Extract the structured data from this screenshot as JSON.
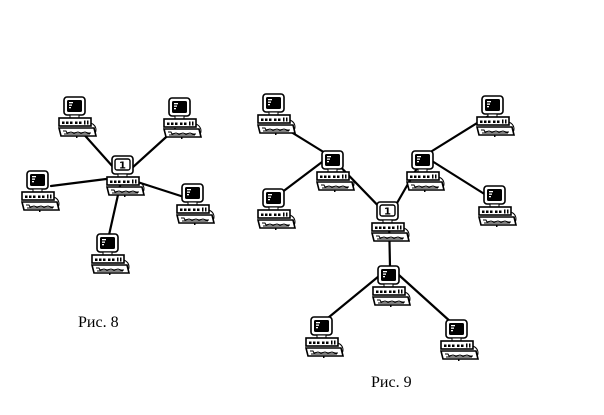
{
  "figures": [
    {
      "id": "fig8",
      "caption": "Рис. 8",
      "topology": "star",
      "nodes": [
        {
          "id": "hub",
          "label": "1",
          "role": "central"
        },
        {
          "id": "n-top-left",
          "label": "",
          "role": "workstation"
        },
        {
          "id": "n-top-right",
          "label": "",
          "role": "workstation"
        },
        {
          "id": "n-left",
          "label": "",
          "role": "workstation"
        },
        {
          "id": "n-right",
          "label": "",
          "role": "workstation"
        },
        {
          "id": "n-bottom",
          "label": "",
          "role": "workstation"
        }
      ],
      "links": [
        [
          "hub",
          "n-top-left"
        ],
        [
          "hub",
          "n-top-right"
        ],
        [
          "hub",
          "n-left"
        ],
        [
          "hub",
          "n-right"
        ],
        [
          "hub",
          "n-bottom"
        ]
      ]
    },
    {
      "id": "fig9",
      "caption": "Рис. 9",
      "topology": "tree",
      "nodes": [
        {
          "id": "root",
          "label": "1",
          "role": "central"
        },
        {
          "id": "a",
          "label": "",
          "role": "intermediate"
        },
        {
          "id": "b",
          "label": "",
          "role": "intermediate"
        },
        {
          "id": "c",
          "label": "",
          "role": "intermediate"
        },
        {
          "id": "a1",
          "label": "",
          "role": "workstation"
        },
        {
          "id": "a2",
          "label": "",
          "role": "workstation"
        },
        {
          "id": "b1",
          "label": "",
          "role": "workstation"
        },
        {
          "id": "b2",
          "label": "",
          "role": "workstation"
        },
        {
          "id": "c1",
          "label": "",
          "role": "workstation"
        },
        {
          "id": "c2",
          "label": "",
          "role": "workstation"
        }
      ],
      "links": [
        [
          "root",
          "a"
        ],
        [
          "root",
          "b"
        ],
        [
          "root",
          "c"
        ],
        [
          "a",
          "a1"
        ],
        [
          "a",
          "a2"
        ],
        [
          "b",
          "b1"
        ],
        [
          "b",
          "b2"
        ],
        [
          "c",
          "c1"
        ],
        [
          "c",
          "c2"
        ]
      ]
    }
  ],
  "colors": {
    "ink": "#000000",
    "paper": "#ffffff"
  }
}
